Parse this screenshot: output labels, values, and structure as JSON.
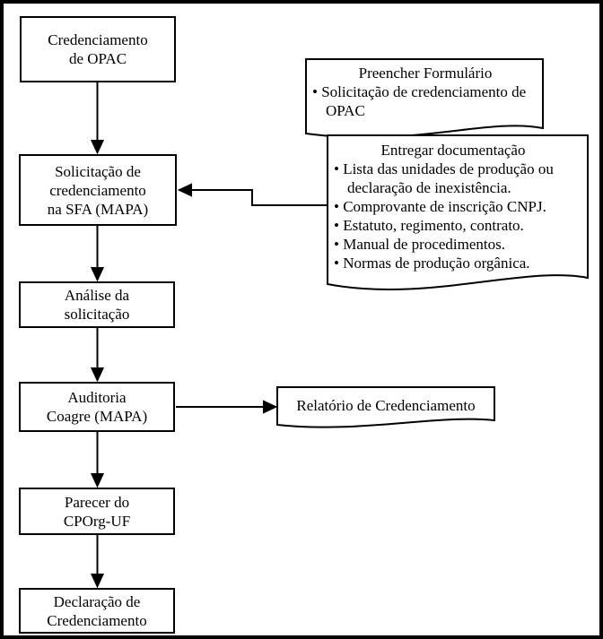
{
  "colors": {
    "stroke": "#000000",
    "fill": "#ffffff",
    "text": "#000000",
    "background": "#ffffff"
  },
  "flow_boxes": [
    {
      "id": "credenciamento-opac",
      "label": "Credenciamento\nde OPAC"
    },
    {
      "id": "solicitacao-sfa",
      "label": "Solicitação de\ncredenciamento\nna SFA (MAPA)"
    },
    {
      "id": "analise-solicitacao",
      "label": "Análise da\nsolicitação"
    },
    {
      "id": "auditoria-coagre",
      "label": "Auditoria\nCoagre (MAPA)"
    },
    {
      "id": "parecer-cporg",
      "label": "Parecer do\nCPOrg-UF"
    },
    {
      "id": "declaracao-credenciamento",
      "label": "Declaração de\nCredenciamento"
    }
  ],
  "documents": [
    {
      "id": "preencher-formulario",
      "title": "Preencher Formulário",
      "items": [
        "• Solicitação de credenciamento de OPAC"
      ]
    },
    {
      "id": "entregar-documentacao",
      "title": "Entregar documentação",
      "items": [
        "• Lista das unidades de produção ou declaração de inexistência.",
        "• Comprovante de inscrição CNPJ.",
        "• Estatuto, regimento, contrato.",
        "• Manual de procedimentos.",
        "• Normas de produção orgânica."
      ]
    },
    {
      "id": "relatorio-credenciamento",
      "title": "Relatório de Credenciamento",
      "items": []
    }
  ]
}
